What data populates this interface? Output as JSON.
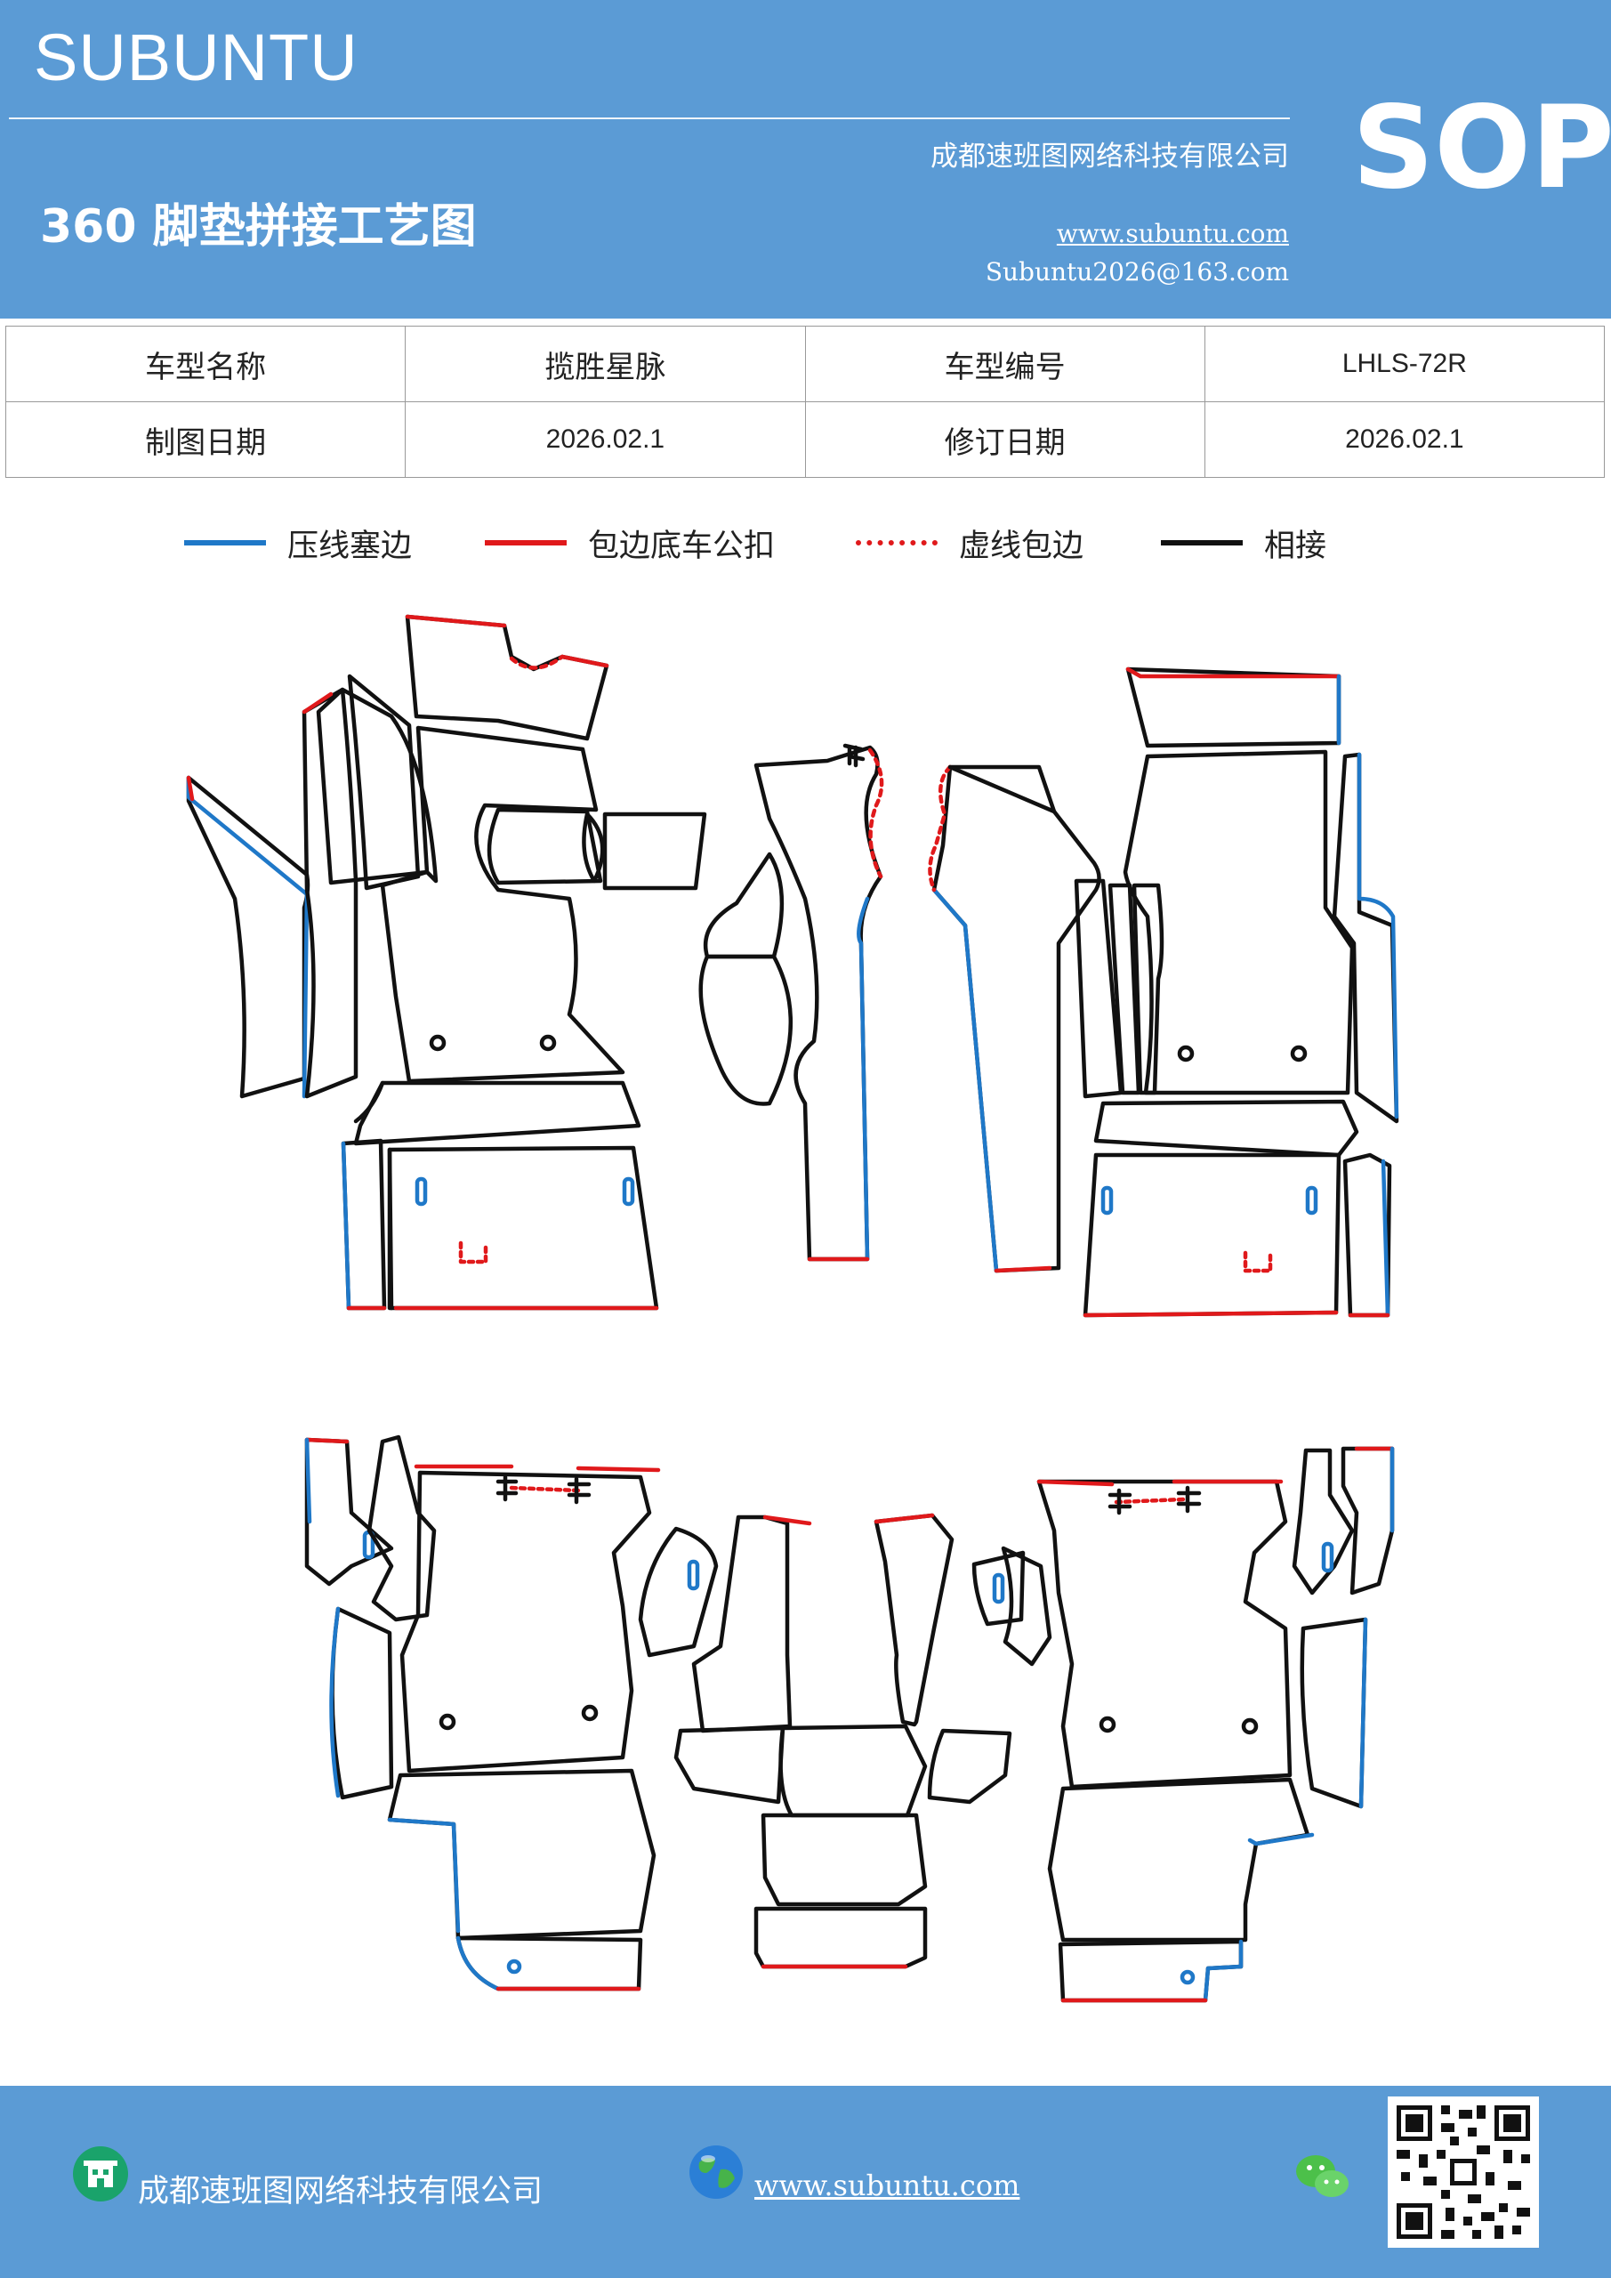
{
  "header": {
    "brand": "SUBUNTU",
    "sop": "SOP",
    "company": "成都速班图网络科技有限公司",
    "title": "360 脚垫拼接工艺图",
    "website": "www.subuntu.com",
    "email": "Subuntu2026@163.com"
  },
  "info_table": {
    "row1": {
      "label1": "车型名称",
      "value1": "揽胜星脉",
      "label2": "车型编号",
      "value2": "LHLS-72R"
    },
    "row2": {
      "label1": "制图日期",
      "value1": "2026.02.1",
      "label2": "修订日期",
      "value2": "2026.02.1"
    }
  },
  "legend": [
    {
      "label": "压线塞边",
      "color": "#1f78c8",
      "style": "solid"
    },
    {
      "label": "包边底车公扣",
      "color": "#e0191b",
      "style": "solid"
    },
    {
      "label": "虚线包边",
      "color": "#e0191b",
      "style": "dotted"
    },
    {
      "label": "相接",
      "color": "#111111",
      "style": "solid"
    }
  ],
  "colors": {
    "header_bg": "#5b9bd5",
    "blue_edge": "#1f78c8",
    "red_edge": "#e0191b",
    "outline": "#111111"
  },
  "footer": {
    "company": "成都速班图网络科技有限公司",
    "website": "www.subuntu.com",
    "icons": [
      "building-icon",
      "globe-icon",
      "wechat-icon",
      "qr-code"
    ]
  }
}
